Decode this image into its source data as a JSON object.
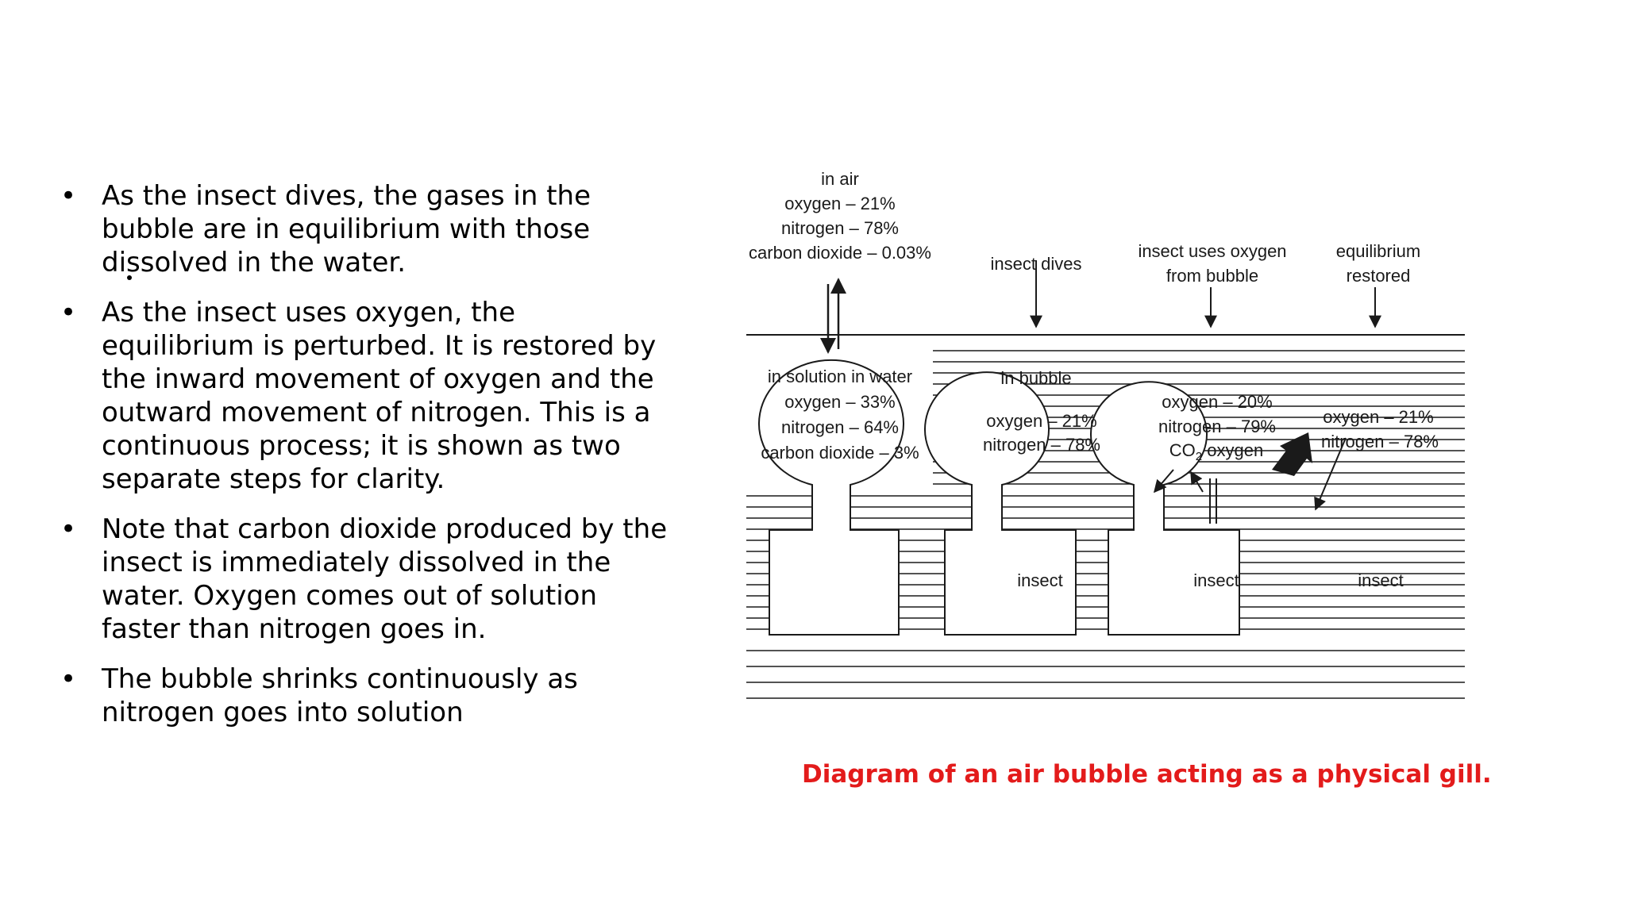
{
  "bullets": [
    "As the insect dives, the gases in the bubble are in equilibrium with those dissolved in the water.",
    "As the insect uses oxygen, the equilibrium is perturbed. It is restored by the inward movement of oxygen and the outward movement of nitrogen. This is a continuous process; it is shown as two separate steps for clarity.",
    " Note that carbon dioxide produced by the insect is immediately dissolved in the water. Oxygen comes out of solution faster than nitrogen goes in.",
    "The bubble shrinks continuously as nitrogen goes into solution"
  ],
  "bullet_symbol": "•",
  "diagram": {
    "air": {
      "heading": "in air",
      "oxygen": "oxygen – 21%",
      "nitrogen": "nitrogen – 78%",
      "co2": "carbon dioxide – 0.03%"
    },
    "water": {
      "heading": "in solution in water",
      "oxygen": "oxygen – 33%",
      "nitrogen": "nitrogen – 64%",
      "co2": "carbon dioxide – 3%"
    },
    "stage1": {
      "label": "insect dives",
      "bubble_heading": "in bubble",
      "oxygen": "oxygen – 21%",
      "nitrogen": "nitrogen – 78%",
      "insect": "insect"
    },
    "stage2": {
      "label_line1": "insect uses oxygen",
      "label_line2": "from bubble",
      "oxygen": "oxygen – 20%",
      "nitrogen": "nitrogen – 79%",
      "co2_prefix": "CO",
      "co2_sub": "2",
      "co2_suffix": " oxygen",
      "insect": "insect"
    },
    "stage3": {
      "label_line1": "equilibrium",
      "label_line2": "restored",
      "oxygen": "oxygen – 21%",
      "nitrogen": "nitrogen – 78%",
      "insect": "insect"
    },
    "colors": {
      "line": "#1a1a1a"
    }
  },
  "caption": "Diagram of an air bubble acting as a physical gill.",
  "caption_color": "#e31b1b"
}
